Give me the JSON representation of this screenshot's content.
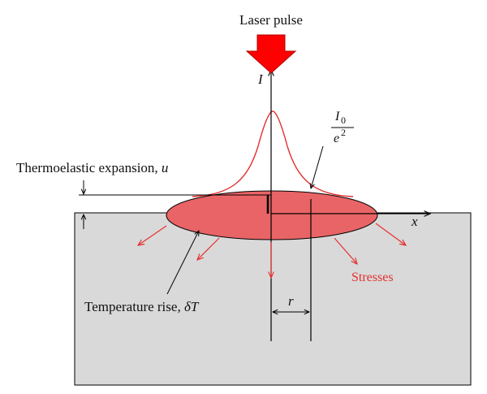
{
  "labels": {
    "laser_pulse": "Laser pulse",
    "intensity_axis": "I",
    "i0_numerator": "I",
    "i0_subscript": "0",
    "i0_denominator": "e",
    "i0_exponent": "2",
    "thermoelastic_text": "Thermoelastic expansion, ",
    "thermoelastic_symbol": "u",
    "x_axis": "x",
    "stresses": "Stresses",
    "temperature_text": "Temperature rise, ",
    "temperature_symbol": "δT",
    "radius": "r"
  },
  "colors": {
    "laser_arrow": "#ff0000",
    "gaussian": "#e53030",
    "ellipse_fill": "#e96466",
    "stress_arrows": "#e53030",
    "stresses_text": "#e53030",
    "substrate": "#d9d9d9",
    "lines": "#000000"
  }
}
